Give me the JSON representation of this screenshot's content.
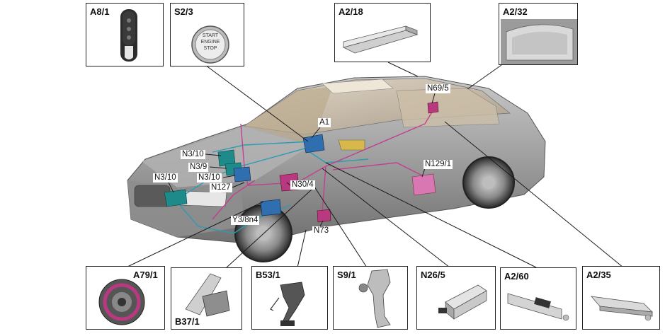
{
  "components": {
    "top": [
      {
        "id": "a8_1",
        "label": "A8/1"
      },
      {
        "id": "s2_3",
        "label": "S2/3"
      },
      {
        "id": "a2_18",
        "label": "A2/18"
      },
      {
        "id": "a2_32",
        "label": "A2/32"
      }
    ],
    "bottom": [
      {
        "id": "a79_1",
        "label": "A79/1"
      },
      {
        "id": "b37_1",
        "label": "B37/1"
      },
      {
        "id": "b53_1",
        "label": "B53/1"
      },
      {
        "id": "s9_1",
        "label": "S9/1"
      },
      {
        "id": "n26_5",
        "label": "N26/5"
      },
      {
        "id": "a2_60",
        "label": "A2/60"
      },
      {
        "id": "a2_35",
        "label": "A2/35"
      }
    ]
  },
  "start_button": {
    "line1": "START",
    "line2": "ENGINE",
    "line3": "STOP"
  },
  "callouts": {
    "a1": "A1",
    "n69_5": "N69/5",
    "n3_10_a": "N3/10",
    "n3_9": "N3/9",
    "n3_10_b": "N3/10",
    "n127": "N127",
    "n3_10_c": "N3/10",
    "n30_4": "N30/4",
    "n129_1": "N129/1",
    "y3_8n4": "Y3/8n4",
    "n73": "N73"
  },
  "colors": {
    "wire_blue": "#2a9bb5",
    "wire_magenta": "#c0408f",
    "module_teal": "#1f8a8a",
    "module_blue": "#2f6fb0",
    "module_magenta": "#b8397f",
    "car_body": "#9a9a9a"
  }
}
